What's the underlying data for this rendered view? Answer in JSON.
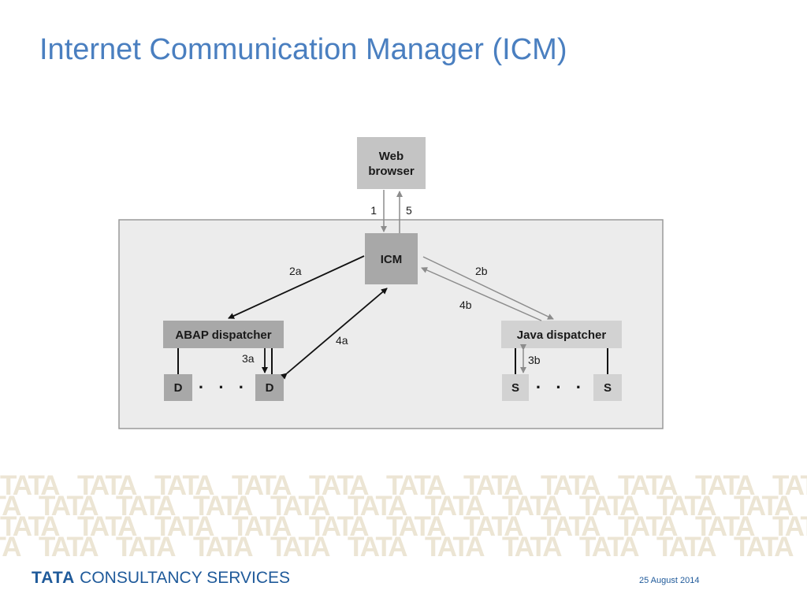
{
  "title": "Internet Communication Manager (ICM)",
  "diagram": {
    "nodes": {
      "web_browser_line1": "Web",
      "web_browser_line2": "browser",
      "icm": "ICM",
      "abap_dispatcher": "ABAP dispatcher",
      "java_dispatcher": "Java dispatcher",
      "d_left": "D",
      "d_right": "D",
      "s_left": "S",
      "s_right": "S",
      "ellipsis": "· · ·"
    },
    "edges": {
      "e1": "1",
      "e5": "5",
      "e2a": "2a",
      "e2b": "2b",
      "e3a": "3a",
      "e3b": "3b",
      "e4a": "4a",
      "e4b": "4b"
    },
    "colors": {
      "container": "#ececec",
      "node_dark": "#a8a8a8",
      "node_light": "#d2d2d2",
      "arrow_black": "#111111",
      "arrow_gray": "#8c8c8c"
    }
  },
  "footer": {
    "band_text": "TATA",
    "brand": "TATA",
    "company": "CONSULTANCY SERVICES",
    "date": "25 August 2014"
  }
}
